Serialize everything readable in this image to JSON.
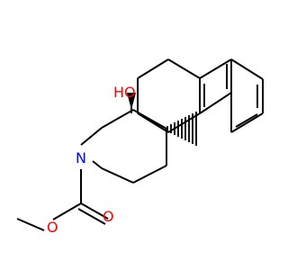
{
  "structure": {
    "atom_labels": {
      "hydroxyl": "HO",
      "nitrogen": "N",
      "carbonyl_oxygen": "O",
      "ester_oxygen": "O"
    },
    "colors": {
      "bond": "#000000",
      "nitrogen": "#0000ff",
      "oxygen": "#ff0000"
    }
  }
}
